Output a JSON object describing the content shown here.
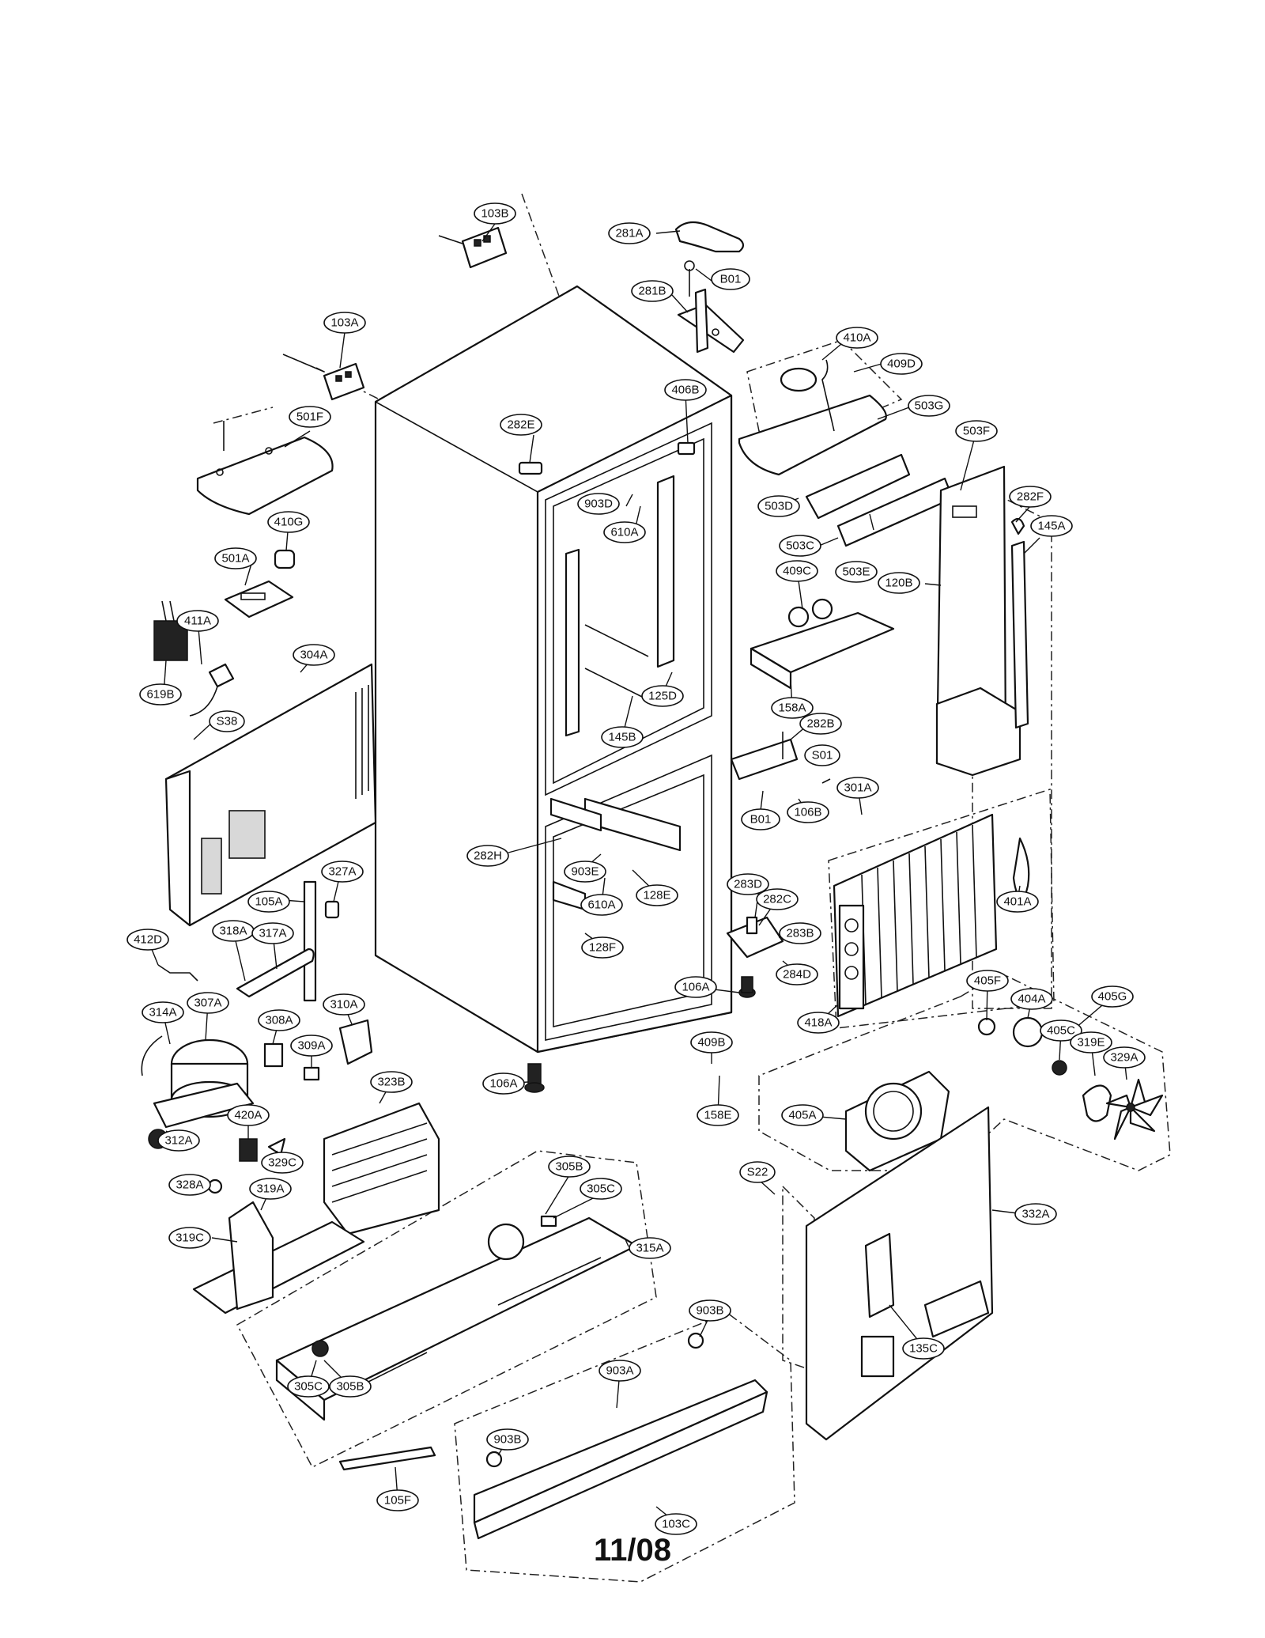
{
  "page_label": "11/08",
  "callouts": [
    {
      "id": "c103B",
      "text": "103B"
    },
    {
      "id": "c281A",
      "text": "281A"
    },
    {
      "id": "cB01a",
      "text": "B01"
    },
    {
      "id": "c281B",
      "text": "281B"
    },
    {
      "id": "c103A",
      "text": "103A"
    },
    {
      "id": "c410A",
      "text": "410A"
    },
    {
      "id": "c409D",
      "text": "409D"
    },
    {
      "id": "c406B",
      "text": "406B"
    },
    {
      "id": "c503G",
      "text": "503G"
    },
    {
      "id": "c501F",
      "text": "501F"
    },
    {
      "id": "c282E",
      "text": "282E"
    },
    {
      "id": "c503F",
      "text": "503F"
    },
    {
      "id": "c903Da",
      "text": "903D"
    },
    {
      "id": "c503D",
      "text": "503D"
    },
    {
      "id": "c410G",
      "text": "410G"
    },
    {
      "id": "c610Aa",
      "text": "610A"
    },
    {
      "id": "c282F",
      "text": "282F"
    },
    {
      "id": "c503C",
      "text": "503C"
    },
    {
      "id": "c145A",
      "text": "145A"
    },
    {
      "id": "c501A",
      "text": "501A"
    },
    {
      "id": "c503E",
      "text": "503E"
    },
    {
      "id": "c409C",
      "text": "409C"
    },
    {
      "id": "c120B",
      "text": "120B"
    },
    {
      "id": "c411A",
      "text": "411A"
    },
    {
      "id": "c304A",
      "text": "304A"
    },
    {
      "id": "c619B",
      "text": "619B"
    },
    {
      "id": "c125D",
      "text": "125D"
    },
    {
      "id": "c158A",
      "text": "158A"
    },
    {
      "id": "cS38",
      "text": "S38"
    },
    {
      "id": "c145B",
      "text": "145B"
    },
    {
      "id": "c282B",
      "text": "282B"
    },
    {
      "id": "cS01",
      "text": "S01"
    },
    {
      "id": "c301A",
      "text": "301A"
    },
    {
      "id": "cB01b",
      "text": "B01"
    },
    {
      "id": "c106B",
      "text": "106B"
    },
    {
      "id": "c282H",
      "text": "282H"
    },
    {
      "id": "c903Eb",
      "text": "903E"
    },
    {
      "id": "c327A",
      "text": "327A"
    },
    {
      "id": "c283D",
      "text": "283D"
    },
    {
      "id": "c105A",
      "text": "105A"
    },
    {
      "id": "c128E",
      "text": "128E"
    },
    {
      "id": "c282C",
      "text": "282C"
    },
    {
      "id": "c610Ab",
      "text": "610A"
    },
    {
      "id": "c401A",
      "text": "401A"
    },
    {
      "id": "c283B",
      "text": "283B"
    },
    {
      "id": "c412D",
      "text": "412D"
    },
    {
      "id": "c318A",
      "text": "318A"
    },
    {
      "id": "c317A",
      "text": "317A"
    },
    {
      "id": "c128F",
      "text": "128F"
    },
    {
      "id": "c284D",
      "text": "284D"
    },
    {
      "id": "c405F",
      "text": "405F"
    },
    {
      "id": "c106Aa",
      "text": "106A"
    },
    {
      "id": "c404A",
      "text": "404A"
    },
    {
      "id": "c405G",
      "text": "405G"
    },
    {
      "id": "c418A",
      "text": "418A"
    },
    {
      "id": "c314A",
      "text": "314A"
    },
    {
      "id": "c307A",
      "text": "307A"
    },
    {
      "id": "c310A",
      "text": "310A"
    },
    {
      "id": "c405C",
      "text": "405C"
    },
    {
      "id": "c308A",
      "text": "308A"
    },
    {
      "id": "c409B",
      "text": "409B"
    },
    {
      "id": "c319E",
      "text": "319E"
    },
    {
      "id": "c309A",
      "text": "309A"
    },
    {
      "id": "c329A",
      "text": "329A"
    },
    {
      "id": "c323B",
      "text": "323B"
    },
    {
      "id": "c106Ab",
      "text": "106A"
    },
    {
      "id": "c158E",
      "text": "158E"
    },
    {
      "id": "c405A",
      "text": "405A"
    },
    {
      "id": "c420A",
      "text": "420A"
    },
    {
      "id": "c312A",
      "text": "312A"
    },
    {
      "id": "c329C",
      "text": "329C"
    },
    {
      "id": "c305Ba",
      "text": "305B"
    },
    {
      "id": "cS22",
      "text": "S22"
    },
    {
      "id": "c328A",
      "text": "328A"
    },
    {
      "id": "c305Ca",
      "text": "305C"
    },
    {
      "id": "c319A",
      "text": "319A"
    },
    {
      "id": "c332A",
      "text": "332A"
    },
    {
      "id": "c319C",
      "text": "319C"
    },
    {
      "id": "c315A",
      "text": "315A"
    },
    {
      "id": "c903Ba",
      "text": "903B"
    },
    {
      "id": "c135C",
      "text": "135C"
    },
    {
      "id": "c903A",
      "text": "903A"
    },
    {
      "id": "c305Cb",
      "text": "305C"
    },
    {
      "id": "c305Bb",
      "text": "305B"
    },
    {
      "id": "c903Bb",
      "text": "903B"
    },
    {
      "id": "c105F",
      "text": "105F"
    },
    {
      "id": "c103C",
      "text": "103C"
    }
  ]
}
